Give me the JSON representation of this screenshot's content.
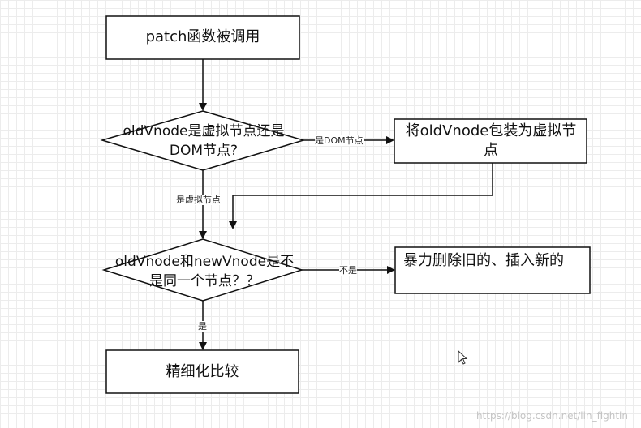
{
  "nodes": {
    "start": "patch函数被调用",
    "decision1": "oldVnode是虚拟节点还是DOM节点?",
    "wrap": "将oldVnode包装为虚拟节点",
    "decision2": "oldVnode和newVnode是不是同一个节点？？",
    "replace": "暴力删除旧的、插入新的",
    "refine": "精细化比较"
  },
  "edges": {
    "is_dom": "是DOM节点",
    "is_vnode": "是虚拟节点",
    "not_same": "不是",
    "same": "是"
  },
  "watermark": "https://blog.csdn.net/lin_fightin",
  "colors": {
    "stroke": "#111111",
    "grid": "#ececec",
    "background": "#ffffff"
  }
}
